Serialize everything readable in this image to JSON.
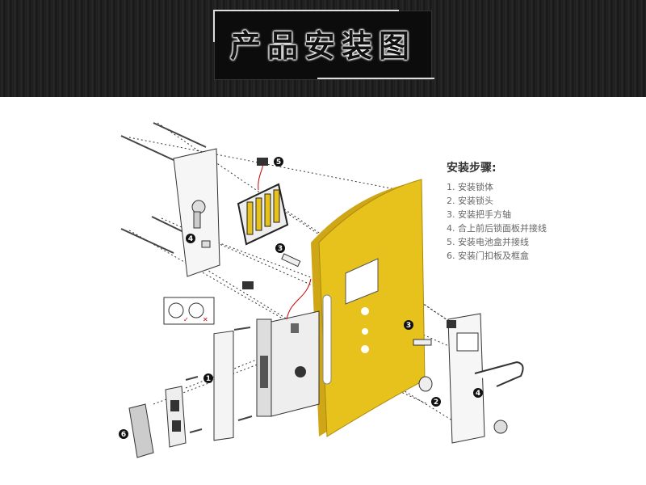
{
  "header": {
    "title": "产品安装图"
  },
  "steps": {
    "title": "安装步骤:",
    "items": [
      "1. 安装锁体",
      "2. 安装锁头",
      "3. 安装把手方轴",
      "4. 合上前后锁面板并接线",
      "5. 安装电池盒并接线",
      "6. 安装门扣板及框盒"
    ]
  },
  "callouts": [
    "1",
    "2",
    "3",
    "4",
    "5",
    "6"
  ],
  "colors": {
    "door": "#e8c21c",
    "header_bg": "#1e1e1e"
  }
}
